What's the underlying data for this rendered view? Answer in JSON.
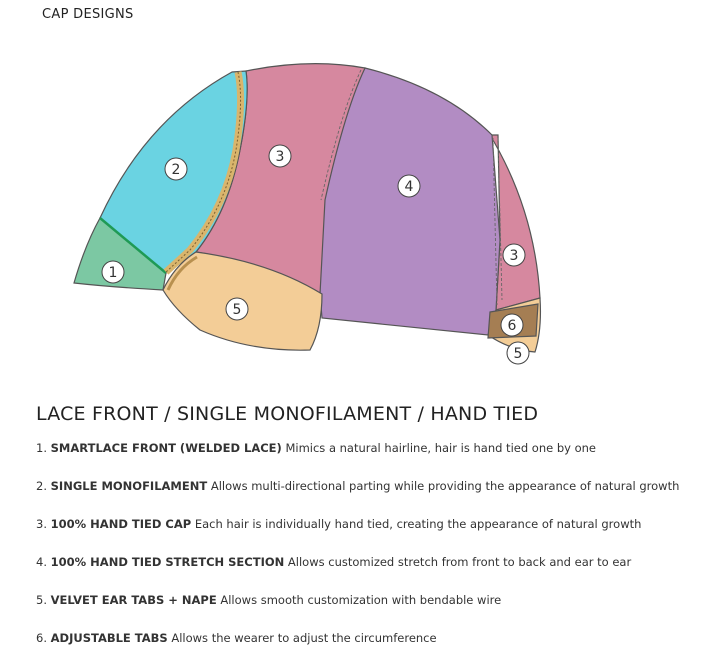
{
  "header": "CAP DESIGNS",
  "title": "LACE FRONT / SINGLE MONOFILAMENT / HAND TIED",
  "badges": {
    "b1": "1",
    "b2": "2",
    "b3a": "3",
    "b4": "4",
    "b3b": "3",
    "b5a": "5",
    "b6": "6",
    "b5b": "5"
  },
  "colors": {
    "lace_front": "#7cc8a3",
    "monofilament": "#6ad3e2",
    "hand_tied": "#d6889f",
    "stretch": "#b28cc3",
    "ear_tab": "#f3cd97",
    "adjustable_tab": "#a57e53"
  },
  "features": [
    {
      "num": "1.",
      "name": "SMARTLACE FRONT (WELDED LACE)",
      "desc": "Mimics a natural hairline, hair is hand tied one by one"
    },
    {
      "num": "2.",
      "name": "SINGLE MONOFILAMENT",
      "desc": "Allows multi-directional parting while providing the appearance of natural growth"
    },
    {
      "num": "3.",
      "name": "100% HAND TIED CAP",
      "desc": "Each hair is individually hand tied, creating the appearance of natural growth"
    },
    {
      "num": "4.",
      "name": "100% HAND TIED STRETCH SECTION",
      "desc": "Allows customized stretch from front to back and ear to ear"
    },
    {
      "num": "5.",
      "name": "VELVET EAR TABS + NAPE",
      "desc": "Allows smooth customization with bendable wire"
    },
    {
      "num": "6.",
      "name": "ADJUSTABLE TABS",
      "desc": "Allows the wearer to adjust the circumference"
    }
  ]
}
